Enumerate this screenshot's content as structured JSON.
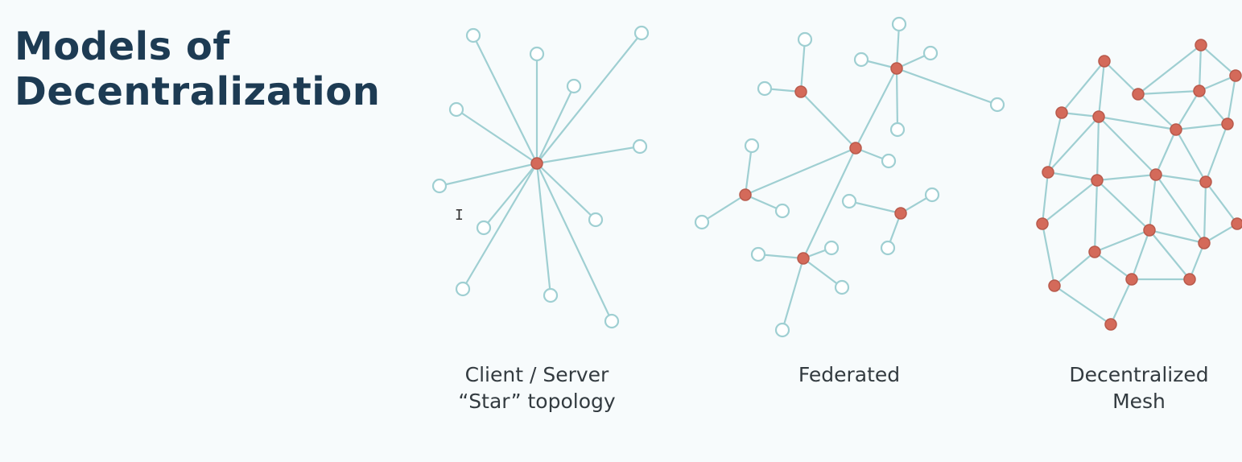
{
  "slide": {
    "title_line1": "Models of",
    "title_line2": "Decentralization"
  },
  "colors": {
    "title": "#1d3b53",
    "edge": "#9fcfd2",
    "node_hub": "#d46a5a",
    "node_leaf_fill": "#ffffff",
    "caption": "#333b40",
    "background": "#f7fbfc"
  },
  "diagrams": [
    {
      "id": "star",
      "caption_line1": "Client / Server",
      "caption_line2": "“Star” topology"
    },
    {
      "id": "federated",
      "caption_line1": "Federated",
      "caption_line2": ""
    },
    {
      "id": "mesh",
      "caption_line1": "Decentralized",
      "caption_line2": "Mesh"
    }
  ],
  "cursor": {
    "icon": "text-cursor-icon",
    "glyph": "I"
  }
}
